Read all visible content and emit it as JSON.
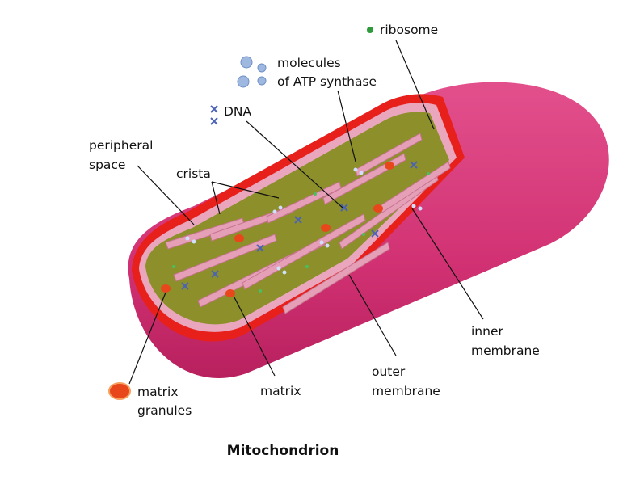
{
  "title": "Mitochondrion",
  "labels": {
    "ribosome": "ribosome",
    "atp_line1": "molecules",
    "atp_line2": "of ATP synthase",
    "dna": "DNA",
    "peripheral_line1": "peripheral",
    "peripheral_line2": "space",
    "crista": "crista",
    "inner_line1": "inner",
    "inner_line2": "membrane",
    "outer_line1": "outer",
    "outer_line2": "membrane",
    "matrix": "matrix",
    "granules_line1": "matrix",
    "granules_line2": "granules"
  },
  "colors": {
    "outer_membrane": "#d9367a",
    "rim": "#e8201c",
    "matrix": "#8c8f2a",
    "crista": "#e5a0b8",
    "ribosome": "#2e9a3c",
    "atp": "#9fb8e0",
    "dna": "#4a62b8"
  }
}
